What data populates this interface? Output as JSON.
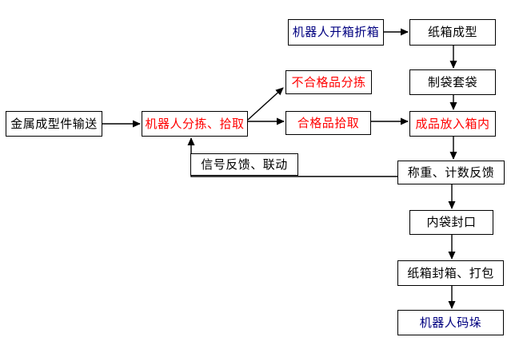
{
  "diagram": {
    "type": "flowchart",
    "background_color": "#ffffff",
    "box_border_color": "#000000",
    "arrow_color": "#000000",
    "text_colors": {
      "black": "#000000",
      "red": "#ff0000",
      "blue": "#000080"
    },
    "nodes": [
      {
        "name": "metal-forming-part-conveying",
        "label": "金属成型件输送",
        "color": "#000000"
      },
      {
        "name": "robot-sorting-picking",
        "label": "机器人分拣、拾取",
        "color": "#ff0000"
      },
      {
        "name": "robot-carton-opening-folding",
        "label": "机器人开箱折箱",
        "color": "#000080"
      },
      {
        "name": "carton-forming",
        "label": "纸箱成型",
        "color": "#000000"
      },
      {
        "name": "defective-product-sorting",
        "label": "不合格品分拣",
        "color": "#ff0000"
      },
      {
        "name": "bag-making-bagging",
        "label": "制袋套袋",
        "color": "#000000"
      },
      {
        "name": "qualified-product-picking",
        "label": "合格品拾取",
        "color": "#ff0000"
      },
      {
        "name": "finished-product-into-box",
        "label": "成品放入箱内",
        "color": "#ff0000"
      },
      {
        "name": "signal-feedback-linkage",
        "label": "信号反馈、联动",
        "color": "#000000"
      },
      {
        "name": "weighing-counting-feedback",
        "label": "称重、计数反馈",
        "color": "#000000"
      },
      {
        "name": "inner-bag-sealing",
        "label": "内袋封口",
        "color": "#000000"
      },
      {
        "name": "carton-sealing-packing",
        "label": "纸箱封箱、打包",
        "color": "#000000"
      },
      {
        "name": "robot-palletizing",
        "label": "机器人码垛",
        "color": "#000080"
      }
    ],
    "edges": [
      {
        "from": "metal-forming-part-conveying",
        "to": "robot-sorting-picking"
      },
      {
        "from": "robot-sorting-picking",
        "to": "defective-product-sorting"
      },
      {
        "from": "robot-sorting-picking",
        "to": "qualified-product-picking"
      },
      {
        "from": "robot-carton-opening-folding",
        "to": "carton-forming"
      },
      {
        "from": "carton-forming",
        "to": "bag-making-bagging"
      },
      {
        "from": "bag-making-bagging",
        "to": "finished-product-into-box"
      },
      {
        "from": "qualified-product-picking",
        "to": "finished-product-into-box"
      },
      {
        "from": "finished-product-into-box",
        "to": "weighing-counting-feedback"
      },
      {
        "from": "weighing-counting-feedback",
        "to": "robot-sorting-picking",
        "via": "signal-feedback-linkage"
      },
      {
        "from": "weighing-counting-feedback",
        "to": "inner-bag-sealing"
      },
      {
        "from": "inner-bag-sealing",
        "to": "carton-sealing-packing"
      },
      {
        "from": "carton-sealing-packing",
        "to": "robot-palletizing"
      }
    ]
  }
}
